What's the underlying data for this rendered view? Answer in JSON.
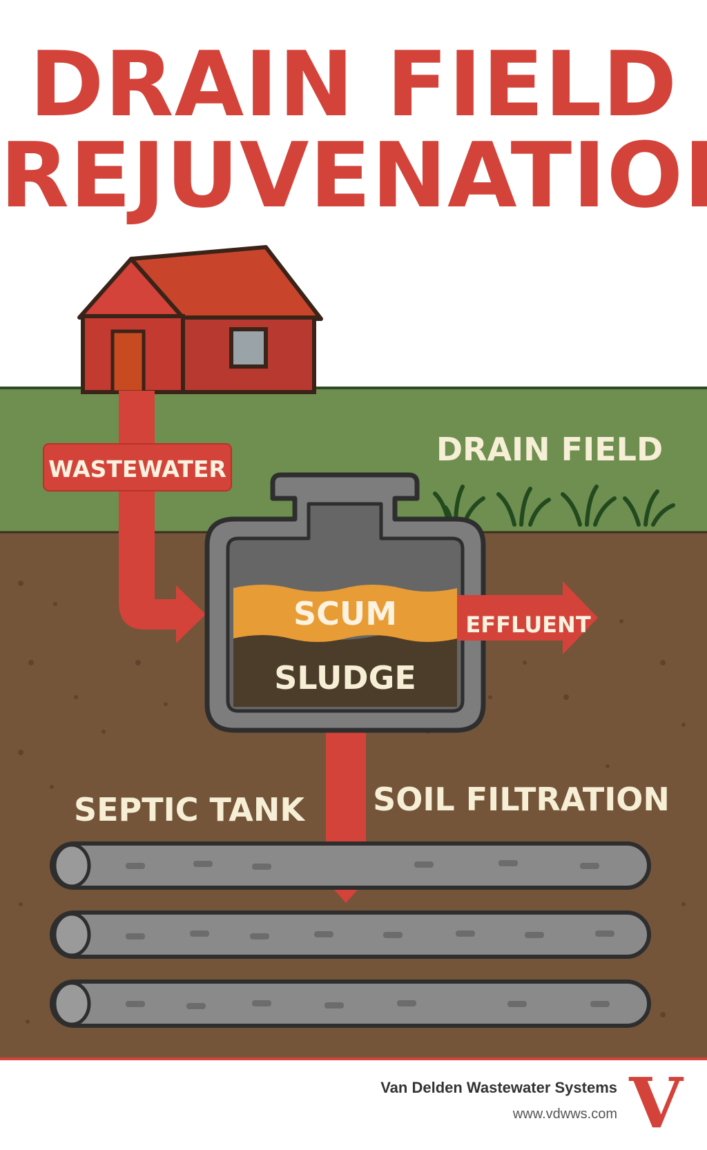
{
  "title": {
    "line1": "DRAIN FIELD",
    "line2": "REJUVENATION"
  },
  "labels": {
    "wastewater": "WASTEWATER",
    "drain_field": "DRAIN FIELD",
    "scum": "SCUM",
    "sludge": "SLUDGE",
    "effluent": "EFFLUENT",
    "septic_tank": "SEPTIC TANK",
    "soil_filtration": "SOIL FILTRATION"
  },
  "footer": {
    "company": "Van Delden Wastewater Systems",
    "url": "www.vdwws.com",
    "logo_letter": "V"
  },
  "colors": {
    "accent_red": "#d3433a",
    "grass": "#6e8f4f",
    "soil": "#74553a",
    "scum": "#e89c35",
    "sludge": "#4c3d2b",
    "tank_gray": "#7d7d7d"
  }
}
